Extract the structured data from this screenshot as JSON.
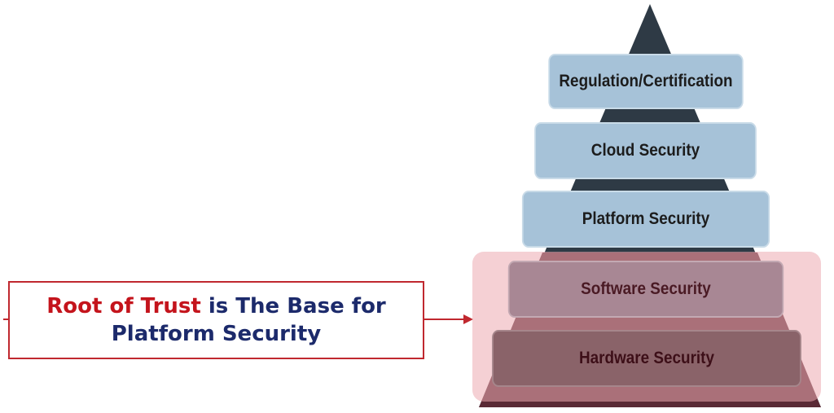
{
  "pyramid": {
    "layers": [
      {
        "label": "Regulation/Certification"
      },
      {
        "label": "Cloud Security"
      },
      {
        "label": "Platform Security"
      },
      {
        "label": "Software Security"
      },
      {
        "label": "Hardware Security"
      }
    ]
  },
  "callout": {
    "highlight": "Root of Trust",
    "line1_rest": " is The Base for",
    "line2": "Platform Security"
  },
  "colors": {
    "pyramid_dark": "#2e3a45",
    "pyramid_base": "#5a2a35",
    "upper_layer_fill": "#a6c2d8",
    "lower_highlight": "#ecaab0",
    "callout_border": "#c0282f",
    "callout_accent_text": "#c4141c",
    "callout_text": "#1c2a6b"
  }
}
